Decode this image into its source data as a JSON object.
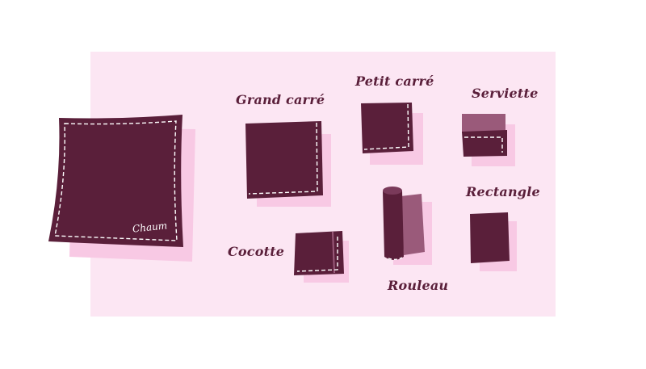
{
  "illustration": {
    "colors": {
      "background": "#ffffff",
      "panel": "#fce6f3",
      "shadow": "#f8c9e4",
      "napkin": "#5a1f3a",
      "napkin_light": "#9a5a7a",
      "stitch": "#ffffff"
    },
    "signature": "Chaum",
    "folds": [
      {
        "id": "grand-carre",
        "label": "Grand carré"
      },
      {
        "id": "petit-carre",
        "label": "Petit carré"
      },
      {
        "id": "serviette",
        "label": "Serviette"
      },
      {
        "id": "rectangle",
        "label": "Rectangle"
      },
      {
        "id": "cocotte",
        "label": "Cocotte"
      },
      {
        "id": "rouleau",
        "label": "Rouleau"
      }
    ]
  }
}
